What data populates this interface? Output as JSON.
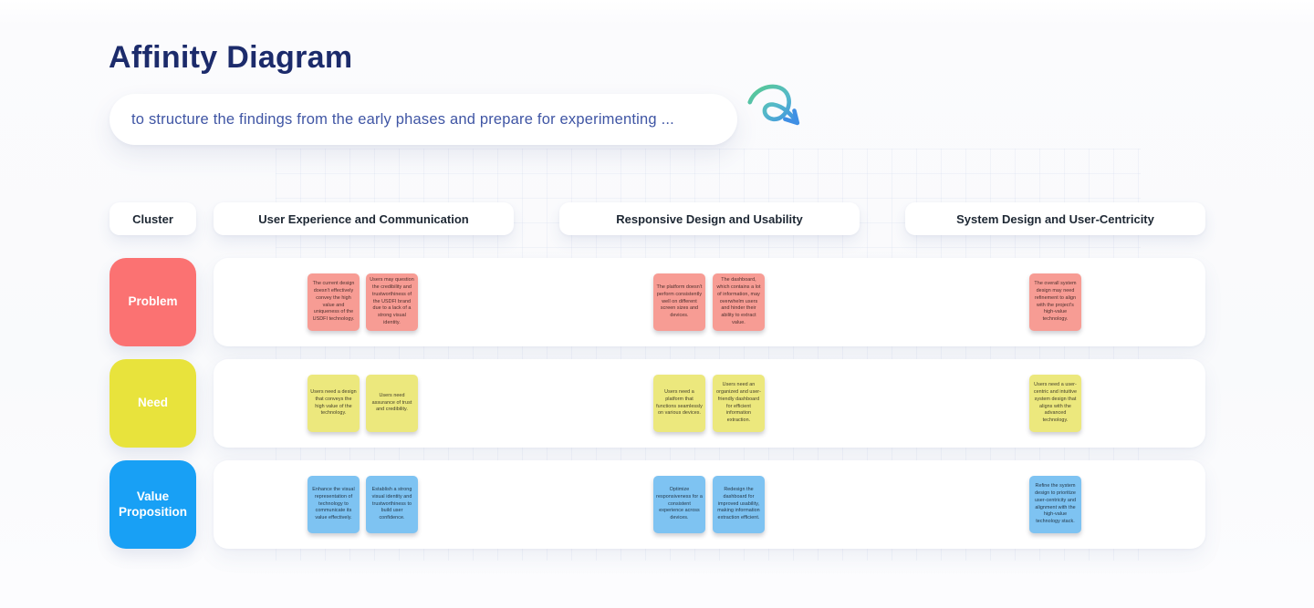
{
  "page": {
    "title": "Affinity Diagram",
    "subtitle": "to structure the findings from the early phases and prepare for experimenting ..."
  },
  "colors": {
    "title": "#1c2b6b",
    "subtitle_text": "#3f55a4",
    "problem": "#fb7272",
    "need": "#e8e33c",
    "value_proposition": "#18a0f5",
    "sticky_problem": "#f79c94",
    "sticky_need": "#ece87d",
    "sticky_value": "#7ec3f2",
    "arrow_green": "#57ca8e",
    "arrow_blue": "#3f8fe4"
  },
  "board": {
    "corner_label": "Cluster",
    "columns": [
      {
        "label": "User Experience and Communication"
      },
      {
        "label": "Responsive Design and Usability"
      },
      {
        "label": "System Design and User-Centricity"
      }
    ],
    "rows": [
      {
        "label": "Problem",
        "cells": [
          [
            "The current design doesn't effectively convey the high value and uniqueness of the USDFI technology.",
            "Users may question the credibility and trustworthiness of the USDFI brand due to a lack of a strong visual identity."
          ],
          [
            "The platform doesn't perform consistently well on different screen sizes and devices.",
            "The dashboard, which contains a lot of information, may overwhelm users and hinder their ability to extract value."
          ],
          [
            "The overall system design may need refinement to align with the project's high-value technology."
          ]
        ]
      },
      {
        "label": "Need",
        "cells": [
          [
            "Users need a design that conveys the high value of the technology.",
            "Users need assurance of trust and credibility."
          ],
          [
            "Users need a platform that functions seamlessly on various devices.",
            "Users need an organized and user-friendly dashboard for efficient information extraction."
          ],
          [
            "Users need a user-centric and intuitive system design that aligns with the advanced technology."
          ]
        ]
      },
      {
        "label": "Value Proposition",
        "cells": [
          [
            "Enhance the visual representation of technology to communicate its value effectively.",
            "Establish a strong visual identity and trustworthiness to build user confidence."
          ],
          [
            "Optimize responsiveness for a consistent experience across devices.",
            "Redesign the dashboard for improved usability, making information extraction efficient."
          ],
          [
            "Refine the system design to prioritize user-centricity and alignment with the high-value technology stack."
          ]
        ]
      }
    ]
  }
}
